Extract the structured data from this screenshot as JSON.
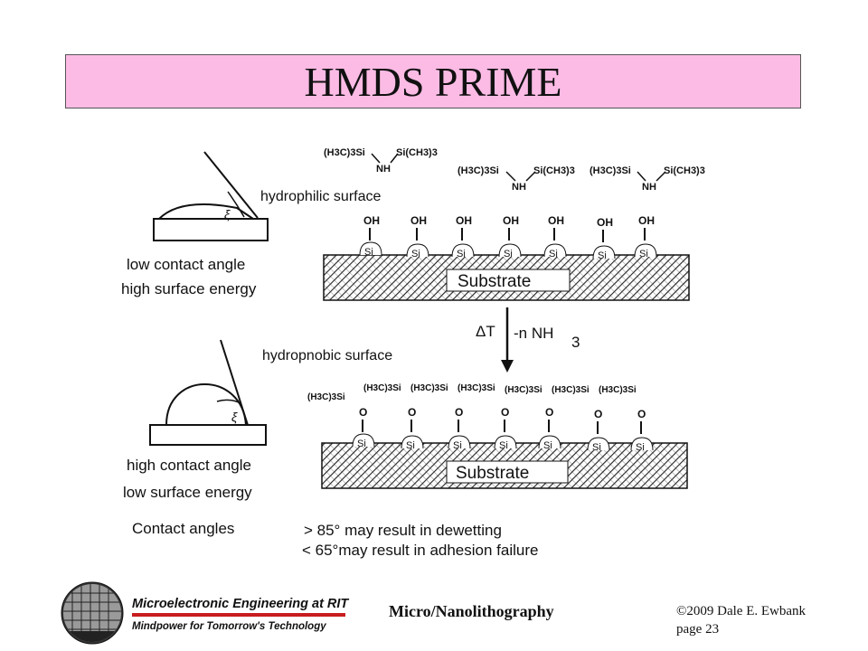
{
  "slide": {
    "title": "HMDS PRIME"
  },
  "diagram": {
    "top": {
      "surface_label": "hydrophilic surface",
      "angle_symbol": "ξ",
      "caption_line1": "low contact angle",
      "caption_line2": "high surface energy",
      "hmds_molecules": [
        {
          "left": "(H3C)3Si",
          "nh": "NH",
          "right": "Si(CH3)3"
        },
        {
          "left": "(H3C)3Si",
          "nh": "NH",
          "right": "Si(CH3)3"
        },
        {
          "left": "(H3C)3Si",
          "nh": "NH",
          "right": "Si(CH3)3"
        }
      ],
      "group_label": "OH",
      "si_label": "Si",
      "substrate_label": "Substrate"
    },
    "reaction": {
      "heat": "ΔT",
      "byproduct": "-n NH",
      "byproduct_sub": "3"
    },
    "bottom": {
      "surface_label": "hydropnobic surface",
      "angle_symbol": "ξ",
      "caption_line1": "high contact angle",
      "caption_line2": "low surface energy",
      "methyl_label": "(H3C)3Si",
      "o_label": "O",
      "si_label": "Si",
      "substrate_label": "Substrate"
    },
    "contact_angles": {
      "label": "Contact angles",
      "line1": "> 85° may result in dewetting",
      "line2": "< 65°may result in adhesion failure"
    }
  },
  "footer": {
    "logo_title": "Microelectronic Engineering at RIT",
    "logo_tagline": "Mindpower for Tomorrow's Technology",
    "course": "Micro/Nanolithography",
    "copyright": "©2009 Dale E. Ewbank",
    "page": "page 23",
    "colors": {
      "title_bar": "#fbbbe5",
      "logo_red": "#c81e1e"
    }
  }
}
